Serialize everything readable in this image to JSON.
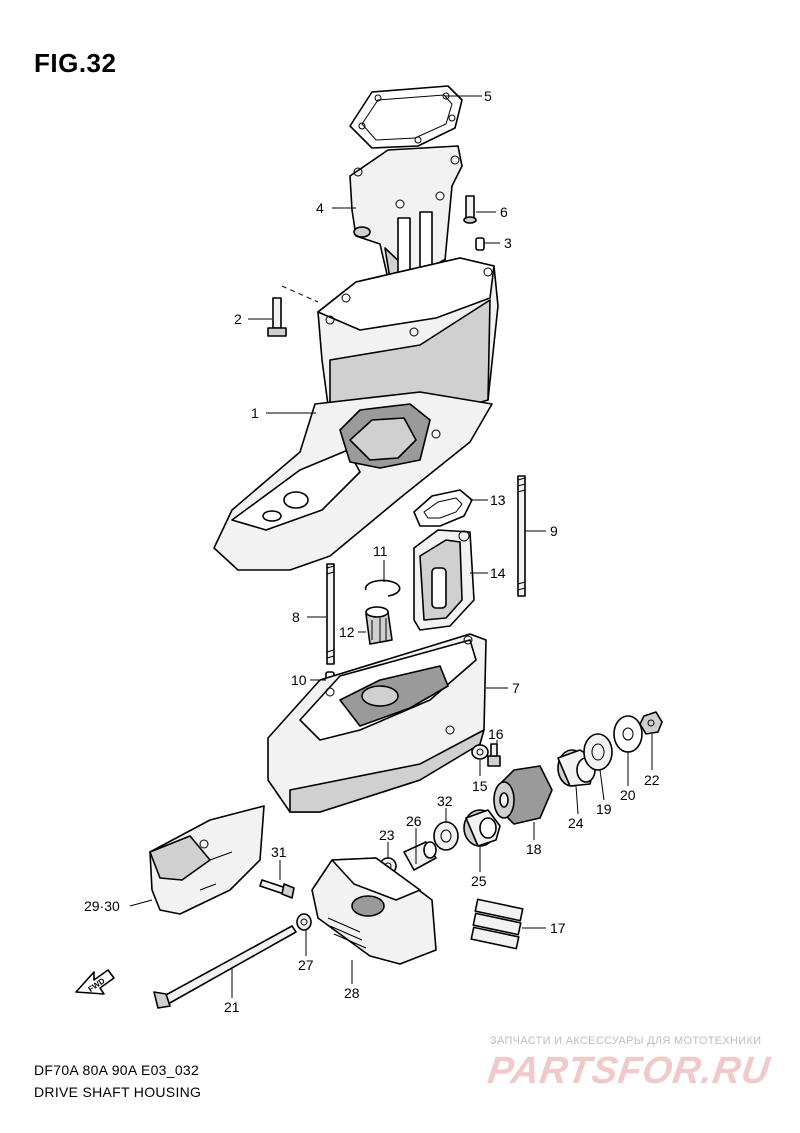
{
  "figure": {
    "title": "FIG.32",
    "model_code": "DF70A 80A 90A E03_032",
    "subtitle": "DRIVE SHAFT HOUSING"
  },
  "callouts": {
    "c1": "1",
    "c2": "2",
    "c3": "3",
    "c4": "4",
    "c5": "5",
    "c6": "6",
    "c7": "7",
    "c8": "8",
    "c9": "9",
    "c10": "10",
    "c11": "11",
    "c12": "12",
    "c13": "13",
    "c14": "14",
    "c15": "15",
    "c16": "16",
    "c17": "17",
    "c18": "18",
    "c19": "19",
    "c20": "20",
    "c21": "21",
    "c22": "22",
    "c23": "23",
    "c24": "24",
    "c25": "25",
    "c26": "26",
    "c27": "27",
    "c28": "28",
    "c29_30": "29·30",
    "c31": "31",
    "c32": "32"
  },
  "fwd_marker": {
    "label": "FWD",
    "icon": "fwd-arrow-icon"
  },
  "watermark": {
    "tagline": "ЗАПЧАСТИ И АКСЕССУАРЫ ДЛЯ МОТОТЕХНИКИ",
    "logo": "PARTSFOR.RU",
    "color": "#e8a0a0"
  }
}
